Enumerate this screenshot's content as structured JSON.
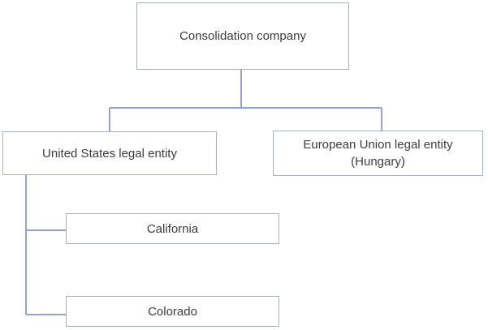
{
  "diagram": {
    "type": "org-chart",
    "nodes": {
      "consolidation": {
        "label": "Consolidation company"
      },
      "us": {
        "label": "United States legal entity"
      },
      "eu": {
        "label": "European Union legal entity",
        "label_line2": "(Hungary)"
      },
      "california": {
        "label": "California"
      },
      "colorado": {
        "label": "Colorado"
      }
    },
    "edges": [
      {
        "from": "Consolidation company",
        "to": "United States legal entity"
      },
      {
        "from": "Consolidation company",
        "to": "European Union legal entity (Hungary)"
      },
      {
        "from": "United States legal entity",
        "to": "California"
      },
      {
        "from": "United States legal entity",
        "to": "Colorado"
      }
    ],
    "colors": {
      "box_border": "#a4afc6",
      "connector": "#94a2c8",
      "text": "#3b3b3b",
      "background": "#ffffff"
    }
  }
}
